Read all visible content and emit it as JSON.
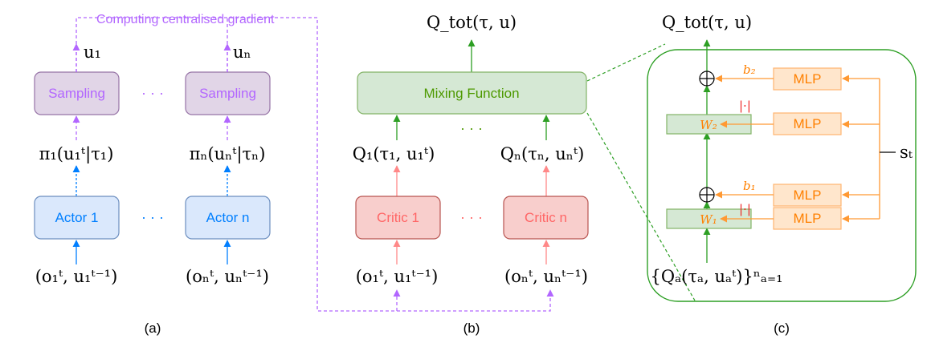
{
  "panel_a": {
    "gradient_label": "Computing centralised gradient",
    "u1": "u₁",
    "un": "uₙ",
    "sampling_1": "Sampling",
    "sampling_n": "Sampling",
    "dots_top": "· · ·",
    "pi_1": "π₁(u₁ᵗ|τ₁)",
    "pi_n": "πₙ(uₙᵗ|τₙ)",
    "actor_1": "Actor 1",
    "actor_n": "Actor n",
    "dots_bottom": "· · ·",
    "obs_1": "(o₁ᵗ, u₁ᵗ⁻¹)",
    "obs_n": "(oₙᵗ, uₙᵗ⁻¹)",
    "caption": "(a)"
  },
  "panel_b": {
    "q_tot": "Q_tot(τ, u)",
    "mixing": "Mixing Function",
    "dots_mid": "· · ·",
    "q_1": "Q₁(τ₁, u₁ᵗ)",
    "q_n": "Qₙ(τₙ, uₙᵗ)",
    "critic_1": "Critic 1",
    "critic_n": "Critic n",
    "dots_bottom": "· · ·",
    "obs_1": "(o₁ᵗ, u₁ᵗ⁻¹)",
    "obs_n": "(oₙᵗ, uₙᵗ⁻¹)",
    "caption": "(b)"
  },
  "panel_c": {
    "q_tot": "Q_tot(τ, u)",
    "b2": "b₂",
    "b1": "b₁",
    "abs_2": "|·|",
    "abs_1": "|·|",
    "w2": "W₂",
    "w1": "W₁",
    "mlp_1": "MLP",
    "mlp_2": "MLP",
    "mlp_3": "MLP",
    "mlp_4": "MLP",
    "s_t": "sₜ",
    "q_input": "{Qₐ(τₐ, uₐᵗ)}ⁿₐ₌₁",
    "caption": "(c)"
  },
  "colors": {
    "purple_fill": "#e1d5e7",
    "purple_stroke": "#9673a6",
    "purple_text": "#b266ff",
    "blue_fill": "#dae8fc",
    "blue_stroke": "#6c8ebf",
    "blue_text": "#007fff",
    "red_fill": "#f8cecc",
    "red_stroke": "#b85450",
    "red_text": "#ff6666",
    "green_fill": "#d5e8d4",
    "green_stroke": "#82b366",
    "green_text": "#4d9900",
    "green_line": "#2d9f24",
    "orange_fill": "#ffe6cc",
    "orange_stroke": "#ffb570",
    "orange_text": "#ff8000",
    "orange_line": "#ff9933"
  }
}
